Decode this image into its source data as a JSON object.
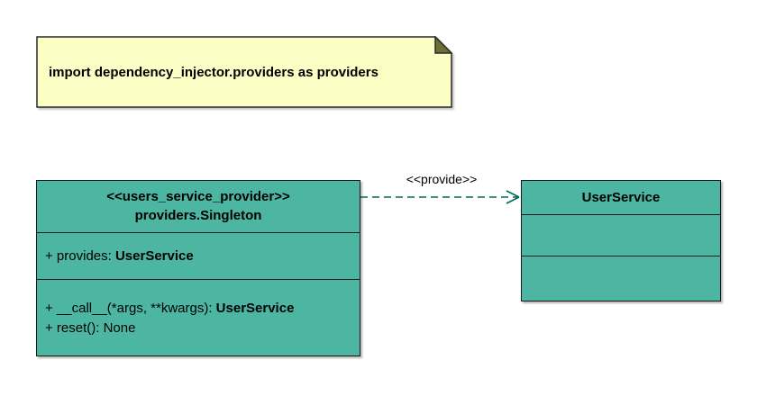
{
  "note": {
    "text": "import dependency_injector.providers as providers"
  },
  "singleton_class": {
    "stereotype": "<<users_service_provider>>",
    "name": "providers.Singleton",
    "attributes": [
      {
        "prefix": "+ provides: ",
        "type": "UserService"
      }
    ],
    "methods": [
      {
        "prefix": "+ __call__(*args, **kwargs): ",
        "type": "UserService"
      },
      {
        "prefix": "+ reset(): None",
        "type": ""
      }
    ]
  },
  "user_service_class": {
    "name": "UserService"
  },
  "relation": {
    "label": "<<provide>>"
  },
  "colors": {
    "class_fill": "#4DB6A3",
    "note_fill": "#FDFDC6",
    "arrow": "#00695C"
  }
}
